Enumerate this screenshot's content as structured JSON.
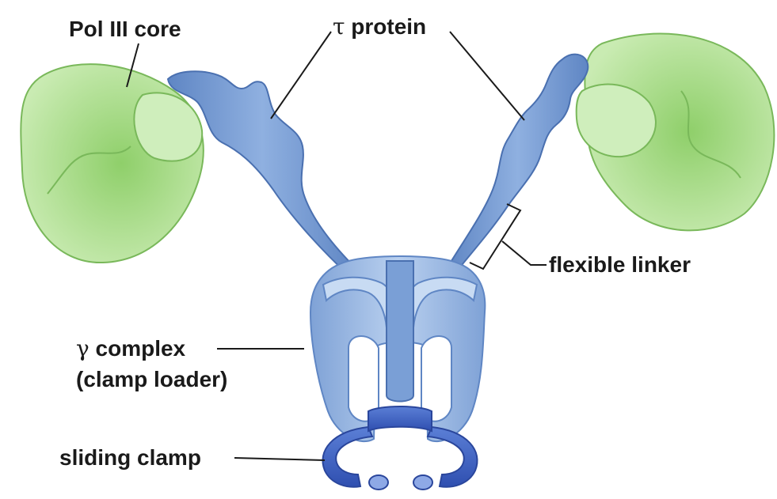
{
  "labels": {
    "pol_core": "Pol III core",
    "tau_symbol": "τ",
    "tau_text": "protein",
    "flexible_linker": "flexible linker",
    "gamma_symbol": "γ",
    "gamma_text": "complex",
    "clamp_loader": "(clamp loader)",
    "sliding_clamp": "sliding clamp"
  },
  "colors": {
    "polymerase_green": "#a8d98e",
    "tau_blue": "#6f95cf",
    "complex_blue": "#9dbbe4",
    "clamp_blue": "#3d5fc0",
    "leader_line": "#1a1a1a"
  }
}
